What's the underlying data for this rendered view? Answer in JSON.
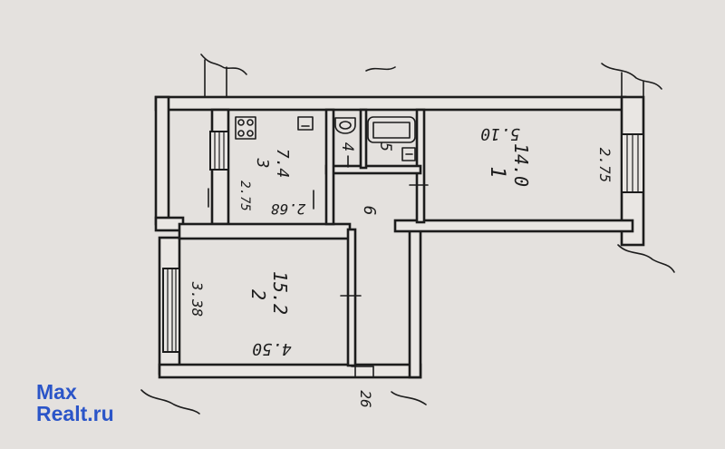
{
  "plan": {
    "rooms": [
      {
        "number": "1",
        "area": "14.0",
        "width": "5.10",
        "depth": "2.75"
      },
      {
        "number": "2",
        "area": "15.2",
        "width": "4.50",
        "depth": "3.38"
      },
      {
        "number": "3",
        "area": "7.4",
        "width": "2.68",
        "depth": "2.75"
      },
      {
        "number": "4"
      },
      {
        "number": "5"
      },
      {
        "number": "6"
      }
    ],
    "extra_dimension": "26"
  },
  "watermark": {
    "line1": "Max",
    "line2": "Realt.ru"
  },
  "colors": {
    "paper": "#e4e1de",
    "ink": "#1c1c1c",
    "watermark": "#2b55c8"
  }
}
